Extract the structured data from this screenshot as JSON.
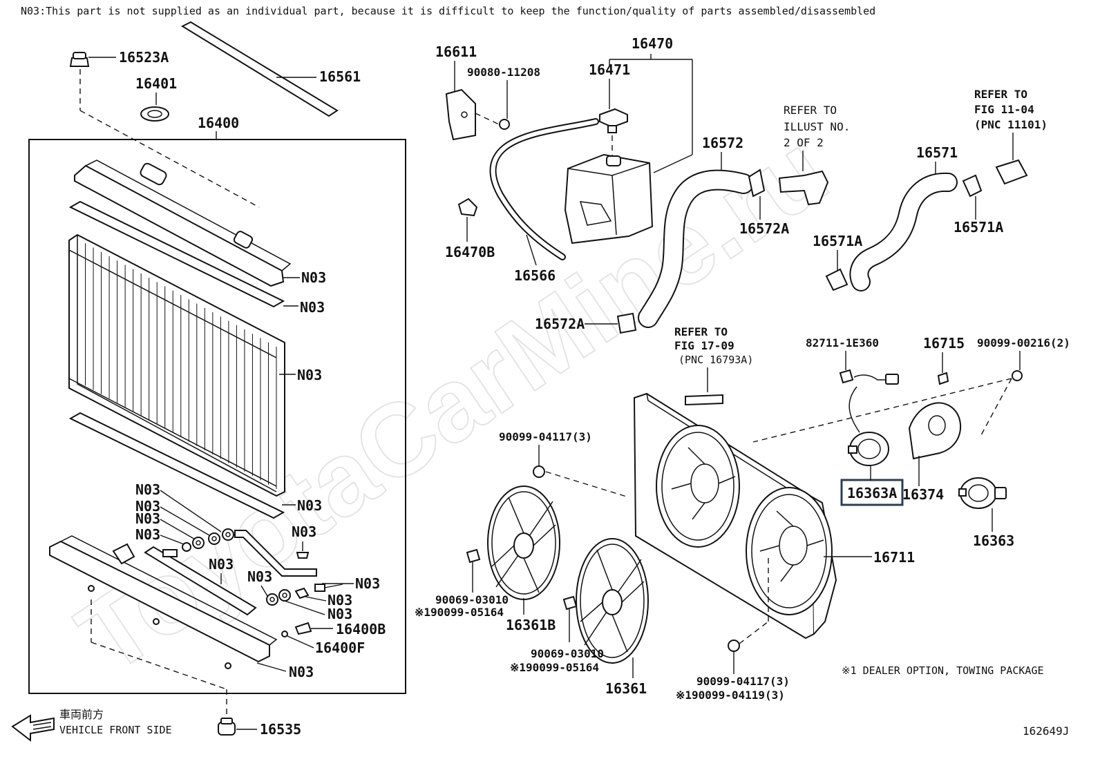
{
  "note_top": "N03:This part is not supplied as an individual part, because it is difficult to keep the function/quality of parts assembled/disassembled",
  "watermark": "ToyotaCarMine.ru",
  "figure_code": "162649J",
  "front": {
    "jp": "車両前方",
    "en": "VEHICLE FRONT SIDE"
  },
  "dealer_note": "※1 DEALER OPTION, TOWING PACKAGE",
  "labels": {
    "p16523A": "16523A",
    "p16401": "16401",
    "p16561": "16561",
    "p16400": "16400",
    "n03_a": "N03",
    "n03_b": "N03",
    "n03_c": "N03",
    "n03_d": "N03",
    "n03_e": "N03",
    "n03_f": "N03",
    "n03_g": "N03",
    "n03_h": "N03",
    "n03_i": "N03",
    "n03_j": "N03",
    "n03_k": "N03",
    "n03_l": "N03",
    "n03_m": "N03",
    "n03_n": "N03",
    "n03_o": "N03",
    "p16400B": "16400B",
    "p16400F": "16400F",
    "p16535": "16535",
    "p16611": "16611",
    "p90080": "90080-11208",
    "p16470B": "16470B",
    "p16566": "16566",
    "p16470": "16470",
    "p16471": "16471",
    "p16572": "16572",
    "p16572A_1": "16572A",
    "p16572A_2": "16572A",
    "refer1_a": "REFER TO",
    "refer1_b": "ILLUST NO.",
    "refer1_c": "2 OF 2",
    "refer2_a": "REFER TO",
    "refer2_b": "FIG 11-04",
    "refer2_c": "(PNC 11101)",
    "p16571": "16571",
    "p16571A_1": "16571A",
    "p16571A_2": "16571A",
    "refer3_a": "REFER TO",
    "refer3_b": "FIG 17-09",
    "refer3_c": "(PNC 16793A)",
    "p82711": "82711-1E360",
    "p16715": "16715",
    "p90099_216": "90099-00216(2)",
    "p90099_4117_a": "90099-04117(3)",
    "p16363A": "16363A",
    "p16374": "16374",
    "p16363": "16363",
    "p16711": "16711",
    "p90069_a": "90069-03010",
    "p190099_a": "※190099-05164",
    "p16361B": "16361B",
    "p90069_b": "90069-03010",
    "p190099_b": "※190099-05164",
    "p16361": "16361",
    "p90099_4117_b": "90099-04117(3)",
    "p190099_4119": "※190099-04119(3)"
  }
}
